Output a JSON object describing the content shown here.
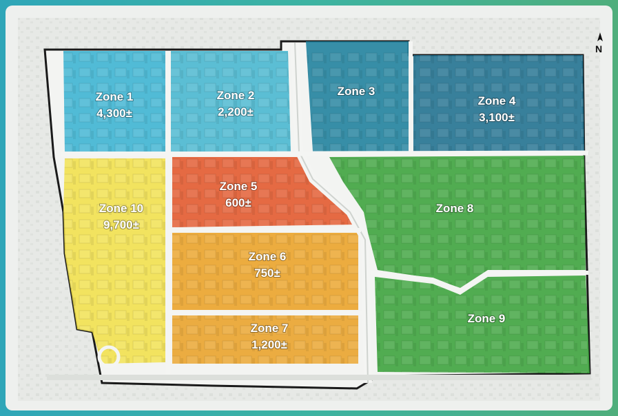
{
  "map": {
    "north_label": "N",
    "zones": [
      {
        "id": "zone-1",
        "name": "Zone 1",
        "value": "4,300±",
        "color": "#3ab3d1"
      },
      {
        "id": "zone-2",
        "name": "Zone 2",
        "value": "2,200±",
        "color": "#45b6cf"
      },
      {
        "id": "zone-3",
        "name": "Zone 3",
        "value": "",
        "color": "#1d7f9c"
      },
      {
        "id": "zone-4",
        "name": "Zone 4",
        "value": "3,100±",
        "color": "#1e6f8e"
      },
      {
        "id": "zone-5",
        "name": "Zone 5",
        "value": "600±",
        "color": "#e2562a"
      },
      {
        "id": "zone-6",
        "name": "Zone 6",
        "value": "750±",
        "color": "#eaa226"
      },
      {
        "id": "zone-7",
        "name": "Zone 7",
        "value": "1,200±",
        "color": "#e9a228"
      },
      {
        "id": "zone-8",
        "name": "Zone 8",
        "value": "",
        "color": "#3aa23a"
      },
      {
        "id": "zone-9",
        "name": "Zone 9",
        "value": "",
        "color": "#3aa23a"
      },
      {
        "id": "zone-10",
        "name": "Zone 10",
        "value": "9,700±",
        "color": "#f1e04a"
      }
    ]
  }
}
